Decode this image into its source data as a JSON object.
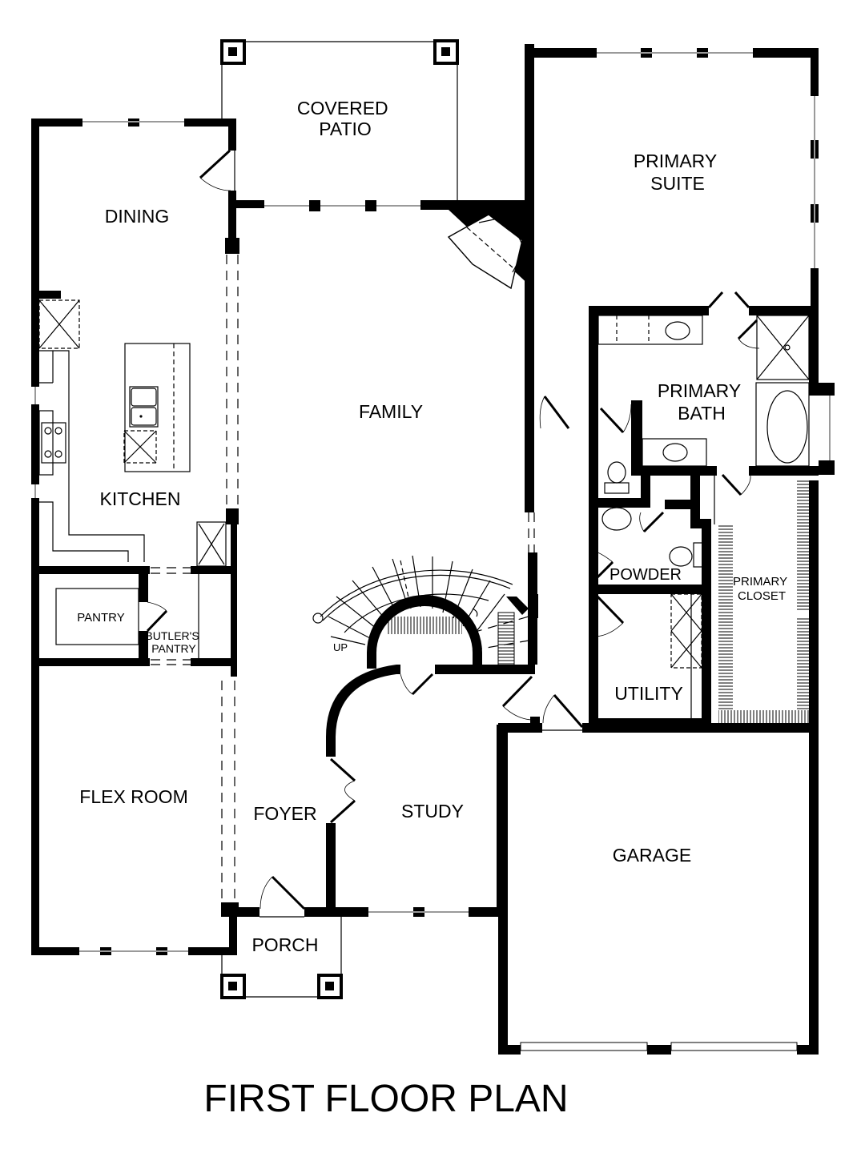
{
  "plan": {
    "title": "FIRST FLOOR PLAN",
    "rooms": {
      "covered_patio": [
        "COVERED",
        "PATIO"
      ],
      "primary_suite": [
        "PRIMARY",
        "SUITE"
      ],
      "dining": "DINING",
      "family": "FAMILY",
      "kitchen": "KITCHEN",
      "primary_bath": [
        "PRIMARY",
        "BATH"
      ],
      "powder": "POWDER",
      "primary_closet": [
        "PRIMARY",
        "CLOSET"
      ],
      "pantry": "PANTRY",
      "butlers_pantry": [
        "BUTLER'S",
        "PANTRY"
      ],
      "utility": "UTILITY",
      "flex_room": "FLEX ROOM",
      "foyer": "FOYER",
      "study": "STUDY",
      "garage": "GARAGE",
      "porch": "PORCH"
    },
    "stair_label": "UP",
    "colors": {
      "wall": "#000000",
      "window": "#9a9a9a",
      "background": "#ffffff"
    }
  }
}
